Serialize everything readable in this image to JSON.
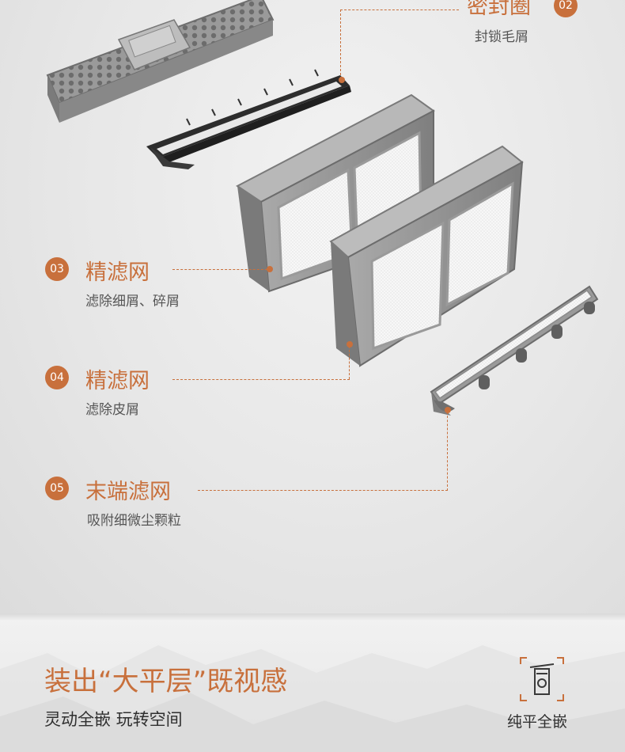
{
  "callouts": [
    {
      "id": "02",
      "title": "密封圈",
      "desc": "封锁毛屑"
    },
    {
      "id": "03",
      "title": "精滤网",
      "desc": "滤除细屑、碎屑"
    },
    {
      "id": "04",
      "title": "精滤网",
      "desc": "滤除皮屑"
    },
    {
      "id": "05",
      "title": "末端滤网",
      "desc": "吸附细微尘颗粒"
    }
  ],
  "feature": {
    "heading": "装出“大平层”既视感",
    "subheading": "灵动全嵌 玩转空间",
    "embed_label": "纯平全嵌",
    "embed_icon": "embedded-cabinet-icon"
  },
  "colors": {
    "accent": "#c8703c",
    "text_dark": "#2f2f2f",
    "text_muted": "#555555",
    "part_gray": "#8f8f8f"
  }
}
